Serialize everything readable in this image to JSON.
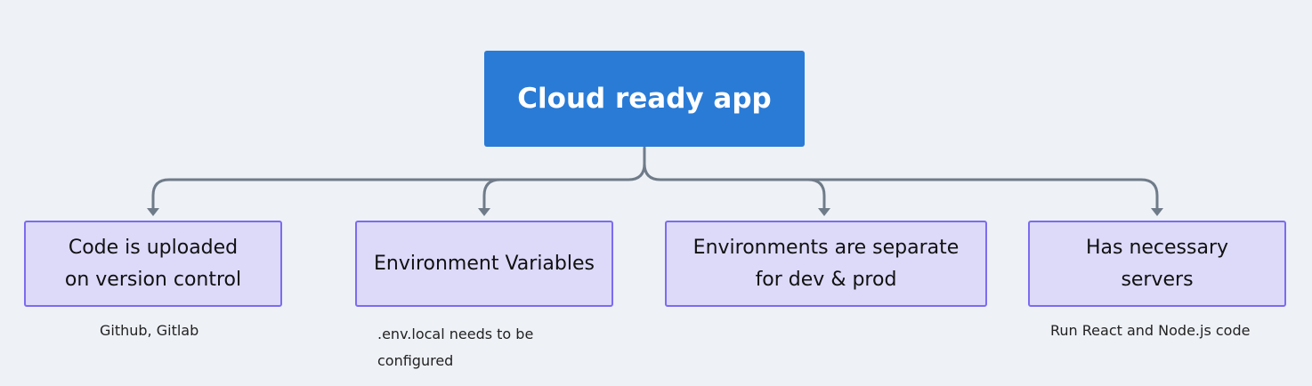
{
  "root": {
    "label": "Cloud ready app"
  },
  "children": [
    {
      "label_line1": "Code is uploaded",
      "label_line2": "on version control",
      "note": "Github, Gitlab"
    },
    {
      "label": "Environment Variables",
      "note": ".env.local needs to be configured"
    },
    {
      "label_line1": "Environments are separate",
      "label_line2": "for dev & prod"
    },
    {
      "label_line1": "Has necessary",
      "label_line2": "servers",
      "note": "Run React and Node.js code"
    }
  ],
  "colors": {
    "background": "#eef1f6",
    "root_fill": "#2a7bd6",
    "child_fill": "#dcd9f9",
    "child_border": "#7b6cf0",
    "connector": "#6f7b88"
  }
}
